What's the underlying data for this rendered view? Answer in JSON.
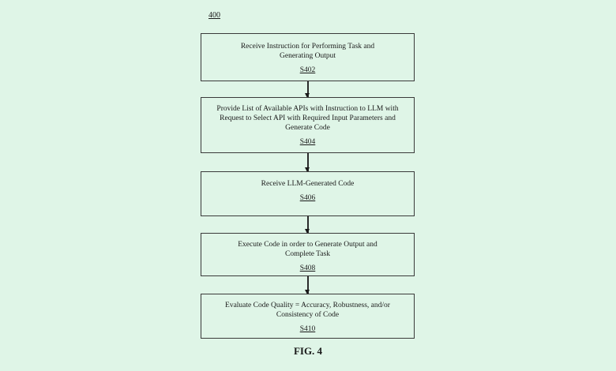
{
  "figure": {
    "reference_number": "400",
    "caption": "FIG. 4"
  },
  "steps": [
    {
      "text": "Receive Instruction for Performing Task and Generating Output",
      "label": "S402"
    },
    {
      "text": "Provide List of Available APIs with Instruction to LLM with Request to Select API with Required Input Parameters and Generate Code",
      "label": "S404"
    },
    {
      "text": "Receive LLM-Generated Code",
      "label": "S406"
    },
    {
      "text": "Execute Code in order to Generate Output and Complete Task",
      "label": "S408"
    },
    {
      "text": "Evaluate Code Quality = Accuracy, Robustness, and/or Consistency of Code",
      "label": "S410"
    }
  ],
  "colors": {
    "background": "#dff5e7",
    "stroke": "#3a3a3a"
  }
}
